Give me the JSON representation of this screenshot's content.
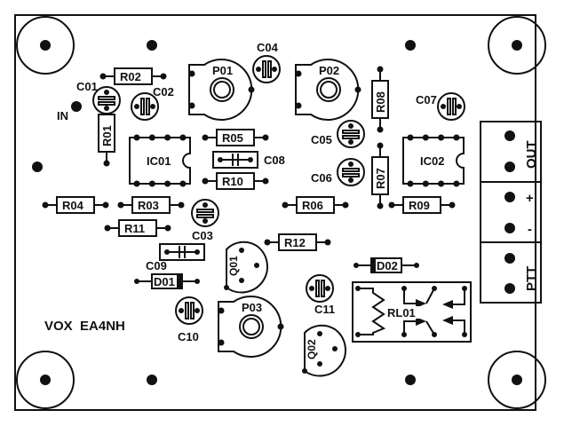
{
  "board": {
    "title": "VOX  EA4NH",
    "ink_color": "#111111",
    "background_color": "#ffffff"
  },
  "labels": {
    "input": "IN"
  },
  "resistors": [
    {
      "ref": "R01",
      "orientation": "vertical"
    },
    {
      "ref": "R02",
      "orientation": "horizontal"
    },
    {
      "ref": "R03",
      "orientation": "horizontal"
    },
    {
      "ref": "R04",
      "orientation": "horizontal"
    },
    {
      "ref": "R05",
      "orientation": "horizontal"
    },
    {
      "ref": "R06",
      "orientation": "horizontal"
    },
    {
      "ref": "R07",
      "orientation": "vertical"
    },
    {
      "ref": "R08",
      "orientation": "vertical"
    },
    {
      "ref": "R09",
      "orientation": "horizontal"
    },
    {
      "ref": "R10",
      "orientation": "horizontal"
    },
    {
      "ref": "R11",
      "orientation": "horizontal"
    },
    {
      "ref": "R12",
      "orientation": "horizontal"
    }
  ],
  "capacitors_electrolytic": [
    "C01",
    "C02",
    "C03",
    "C04",
    "C05",
    "C06",
    "C07",
    "C10",
    "C11"
  ],
  "capacitors_film": [
    "C08",
    "C09"
  ],
  "potentiometers": [
    "P01",
    "P02",
    "P03"
  ],
  "ics": [
    "IC01",
    "IC02"
  ],
  "transistors": [
    "Q01",
    "Q02"
  ],
  "diodes": [
    "D01",
    "D02"
  ],
  "relay": "RL01",
  "connector": {
    "blocks": [
      {
        "label": "OUT"
      },
      {
        "label_plus": "+",
        "label_minus": "-"
      },
      {
        "label": "PTT"
      }
    ]
  }
}
